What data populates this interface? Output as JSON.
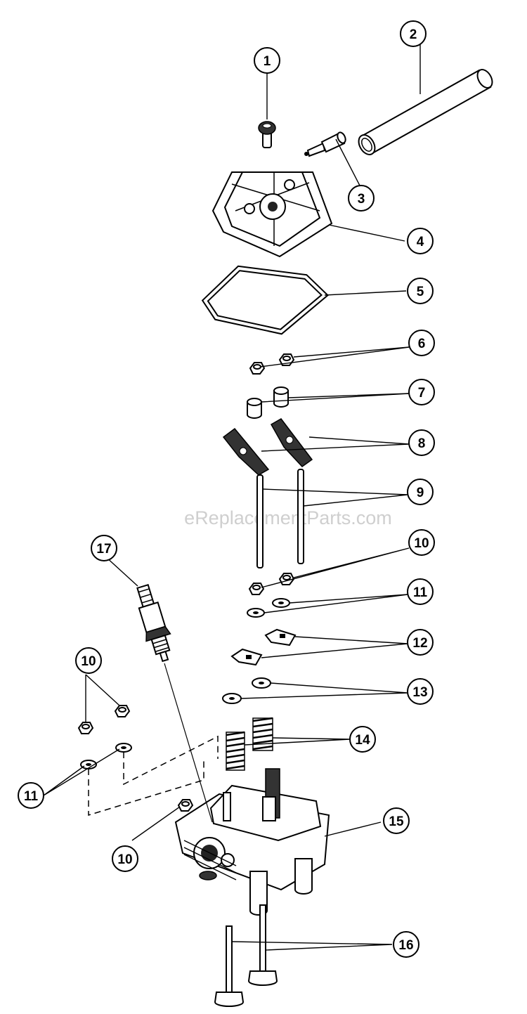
{
  "watermark": "eReplacementParts.com",
  "callouts": [
    {
      "id": "c1",
      "label": "1"
    },
    {
      "id": "c2",
      "label": "2"
    },
    {
      "id": "c3",
      "label": "3"
    },
    {
      "id": "c4",
      "label": "4"
    },
    {
      "id": "c5",
      "label": "5"
    },
    {
      "id": "c6",
      "label": "6"
    },
    {
      "id": "c7",
      "label": "7"
    },
    {
      "id": "c8",
      "label": "8"
    },
    {
      "id": "c9",
      "label": "9"
    },
    {
      "id": "c10a",
      "label": "10"
    },
    {
      "id": "c11a",
      "label": "11"
    },
    {
      "id": "c12",
      "label": "12"
    },
    {
      "id": "c13",
      "label": "13"
    },
    {
      "id": "c14",
      "label": "14"
    },
    {
      "id": "c15",
      "label": "15"
    },
    {
      "id": "c16",
      "label": "16"
    },
    {
      "id": "c17",
      "label": "17"
    },
    {
      "id": "c10b",
      "label": "10"
    },
    {
      "id": "c11b",
      "label": "11"
    },
    {
      "id": "c10c",
      "label": "10"
    }
  ]
}
